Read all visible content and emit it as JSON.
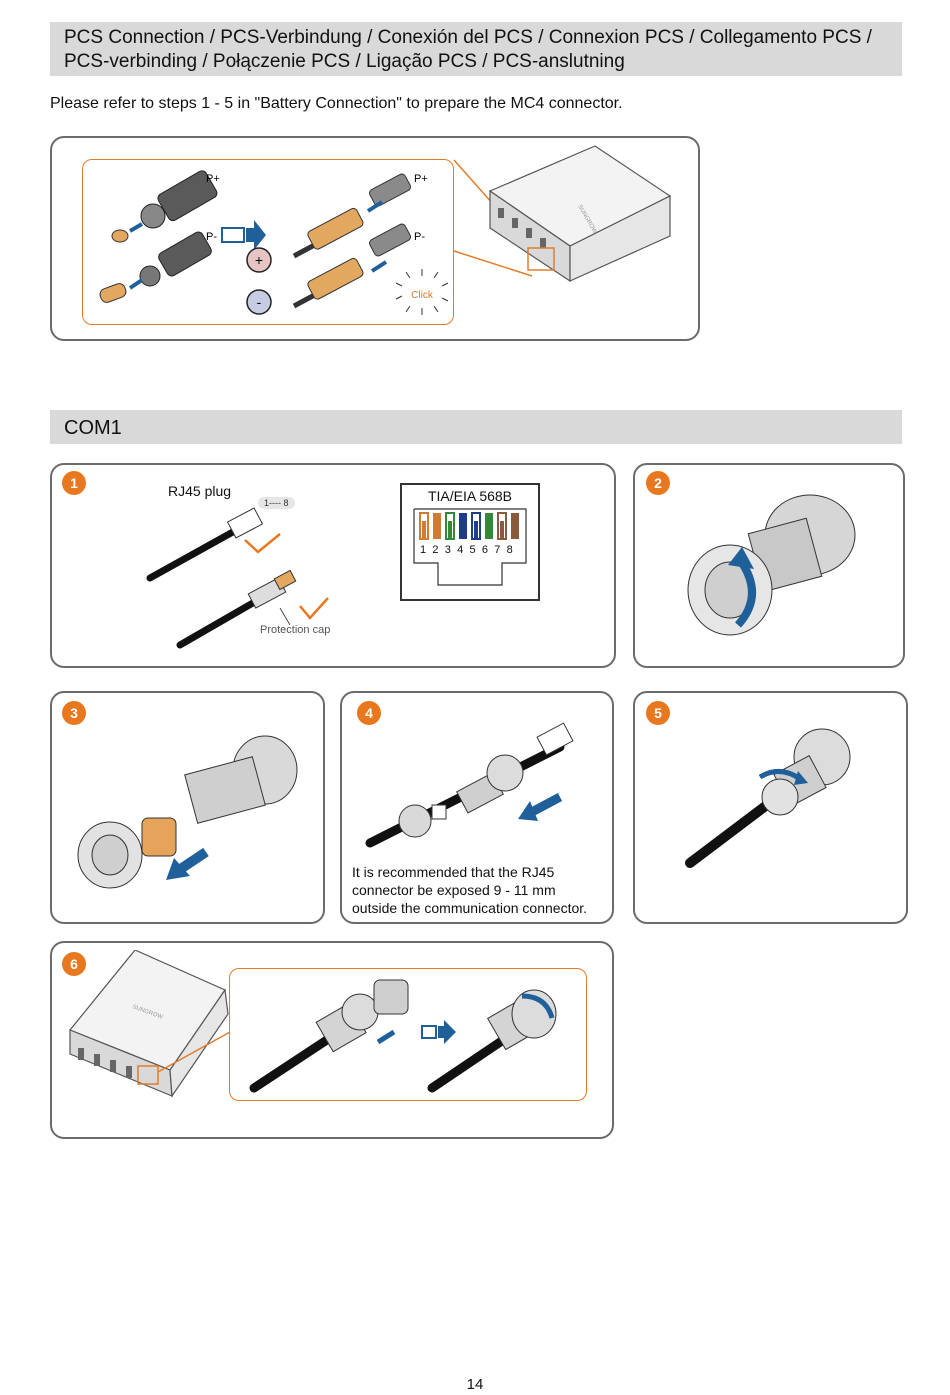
{
  "header_pcs": {
    "line1": "PCS Connection / PCS-Verbindung / Conexión del PCS / Connexion PCS / Collegamento PCS /",
    "line2": "PCS-verbinding / Połączenie PCS / Ligação PCS / PCS-anslutning"
  },
  "intro_text": "Please refer to steps 1 - 5  in \"Battery Connection\" to prepare the MC4 connector.",
  "pcs_figure": {
    "label_p_plus_1": "P+",
    "label_p_minus_1": "P-",
    "label_p_plus_2": "P+",
    "label_p_minus_2": "P-",
    "plus_symbol": "+",
    "minus_symbol": "-",
    "click_label": "Click",
    "device_brand": "SUNGROW"
  },
  "header_com1": "COM1",
  "steps": {
    "s1": {
      "number": "1",
      "rj45_label": "RJ45 plug",
      "pin_range": "1---- 8",
      "protection_cap": "Protection cap",
      "tia_title": "TIA/EIA 568B",
      "pin_numbers": "1 2 3 4 5 6 7 8"
    },
    "s2": {
      "number": "2"
    },
    "s3": {
      "number": "3"
    },
    "s4": {
      "number": "4",
      "note_line1": "It is recommended that the RJ45",
      "note_line2": "connector be exposed 9 - 11 mm",
      "note_line3": "outside the communication connector."
    },
    "s5": {
      "number": "5"
    },
    "s6": {
      "number": "6",
      "device_brand": "SUNGROW"
    }
  },
  "colors": {
    "accent_orange": "#e8771e",
    "arrow_blue": "#1f5f9a",
    "header_gray": "#d9d9d9",
    "panel_border": "#6b6b6b"
  },
  "page_number": "14"
}
